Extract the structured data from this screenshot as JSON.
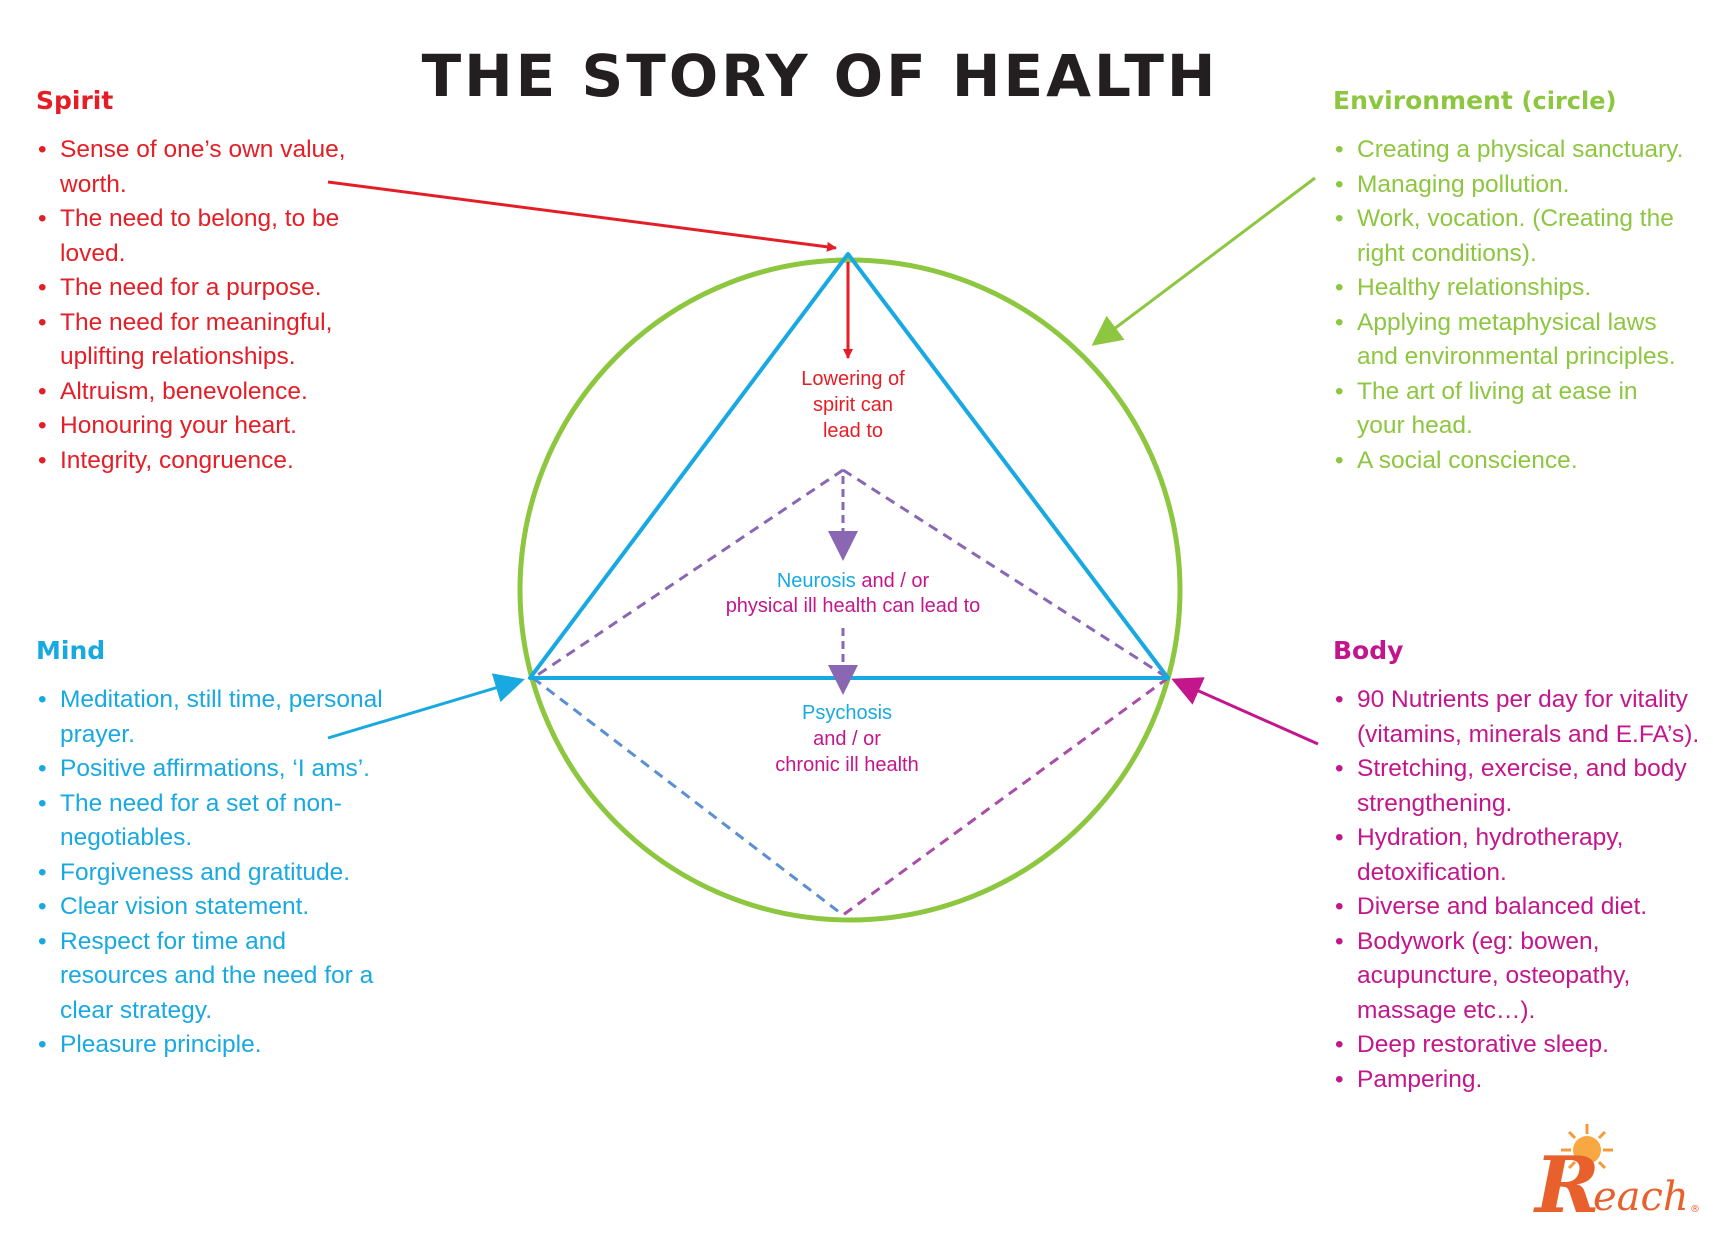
{
  "title": "THE STORY OF HEALTH",
  "colors": {
    "spirit": "#e41e26",
    "environment": "#8dc63f",
    "mind": "#19a9e1",
    "body": "#c3168c",
    "title": "#231f20",
    "logo": "#e8612c"
  },
  "spirit": {
    "heading": "Spirit",
    "items": [
      "Sense of one’s own value, worth.",
      "The need to belong, to be loved.",
      "The need for a purpose.",
      "The need for meaningful, uplifting relationships.",
      "Altruism, benevolence.",
      "Honouring your heart.",
      "Integrity, congruence."
    ]
  },
  "environment": {
    "heading": "Environment",
    "qualifier": "(circle)",
    "items": [
      "Creating a physical sanctuary.",
      "Managing pollution.",
      "Work, vocation. (Creating the right conditions).",
      "Healthy relationships.",
      "Applying metaphysical laws and environmental principles.",
      "The art of living at ease in your head.",
      "A social conscience."
    ]
  },
  "mind": {
    "heading": "Mind",
    "items": [
      "Meditation, still time, personal prayer.",
      "Positive affirmations, ‘I ams’.",
      "The need for a set of non-negotiables.",
      "Forgiveness and gratitude.",
      "Clear vision statement.",
      "Respect for time and resources and the need for a clear strategy.",
      "Pleasure principle."
    ]
  },
  "body": {
    "heading": "Body",
    "items": [
      "90 Nutrients per day for vitality (vitamins, minerals and E.FA’s).",
      "Stretching, exercise, and body strengthening.",
      "Hydration, hydrotherapy, detoxification.",
      "Diverse and balanced diet.",
      "Bodywork (eg: bowen, acupuncture, osteopathy, massage etc…).",
      "Deep restorative sleep.",
      "Pampering."
    ]
  },
  "center": {
    "lowering": [
      "Lowering of",
      "spirit can",
      "lead to"
    ],
    "neurosis_word": "Neurosis",
    "neurosis_rest": " and / or",
    "neurosis_line2": "physical ill health can lead to",
    "psychosis_line1": "Psychosis",
    "psychosis_line2": "and / or",
    "psychosis_line3": "chronic ill health"
  },
  "logo": {
    "initial": "R",
    "rest": "each",
    "mark": "®"
  }
}
